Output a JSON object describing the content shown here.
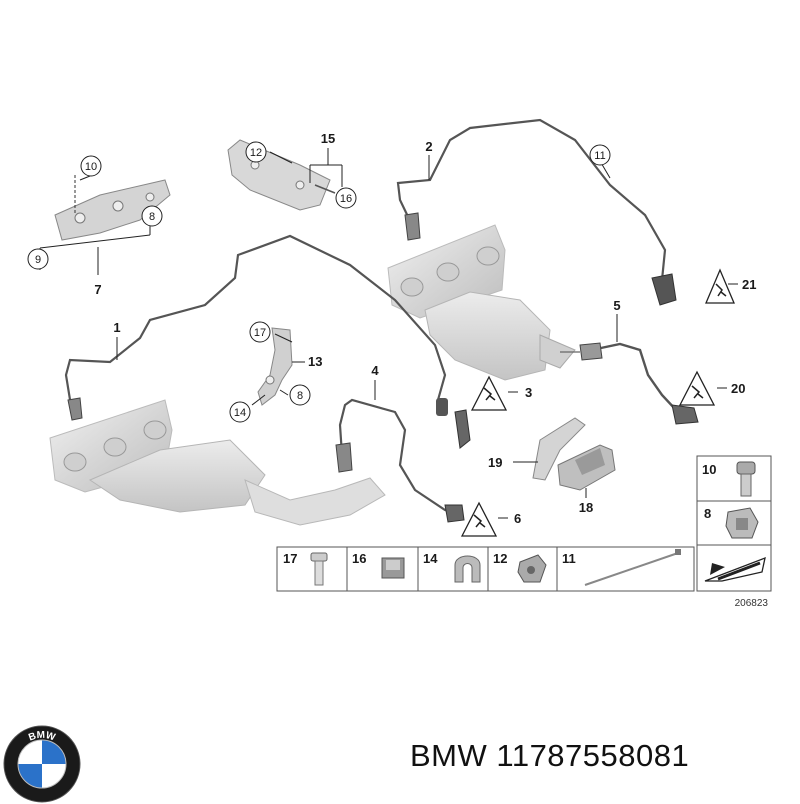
{
  "diagram": {
    "labels": {
      "l1": "1",
      "l2": "2",
      "l3": "3",
      "l4": "4",
      "l5": "5",
      "l6": "6",
      "l7": "7",
      "l8": "8",
      "l9": "9",
      "l10": "10",
      "l11": "11",
      "l12": "12",
      "l13": "13",
      "l14": "14",
      "l15": "15",
      "l16": "16",
      "l17": "17",
      "l18": "18",
      "l19": "19",
      "l20": "20",
      "l21": "21"
    },
    "parts_grid": {
      "cell17": "17",
      "cell16": "16",
      "cell14": "14",
      "cell12": "12",
      "cell11": "11",
      "cell10": "10",
      "cell8": "8"
    },
    "reference_number": "206823"
  },
  "footer": {
    "brand": "BMW",
    "part_number": "11787558081",
    "logo_letters": "BMW",
    "logo_colors": {
      "ring": "#1a1a1a",
      "blue": "#2b72c9",
      "white": "#ffffff"
    }
  }
}
